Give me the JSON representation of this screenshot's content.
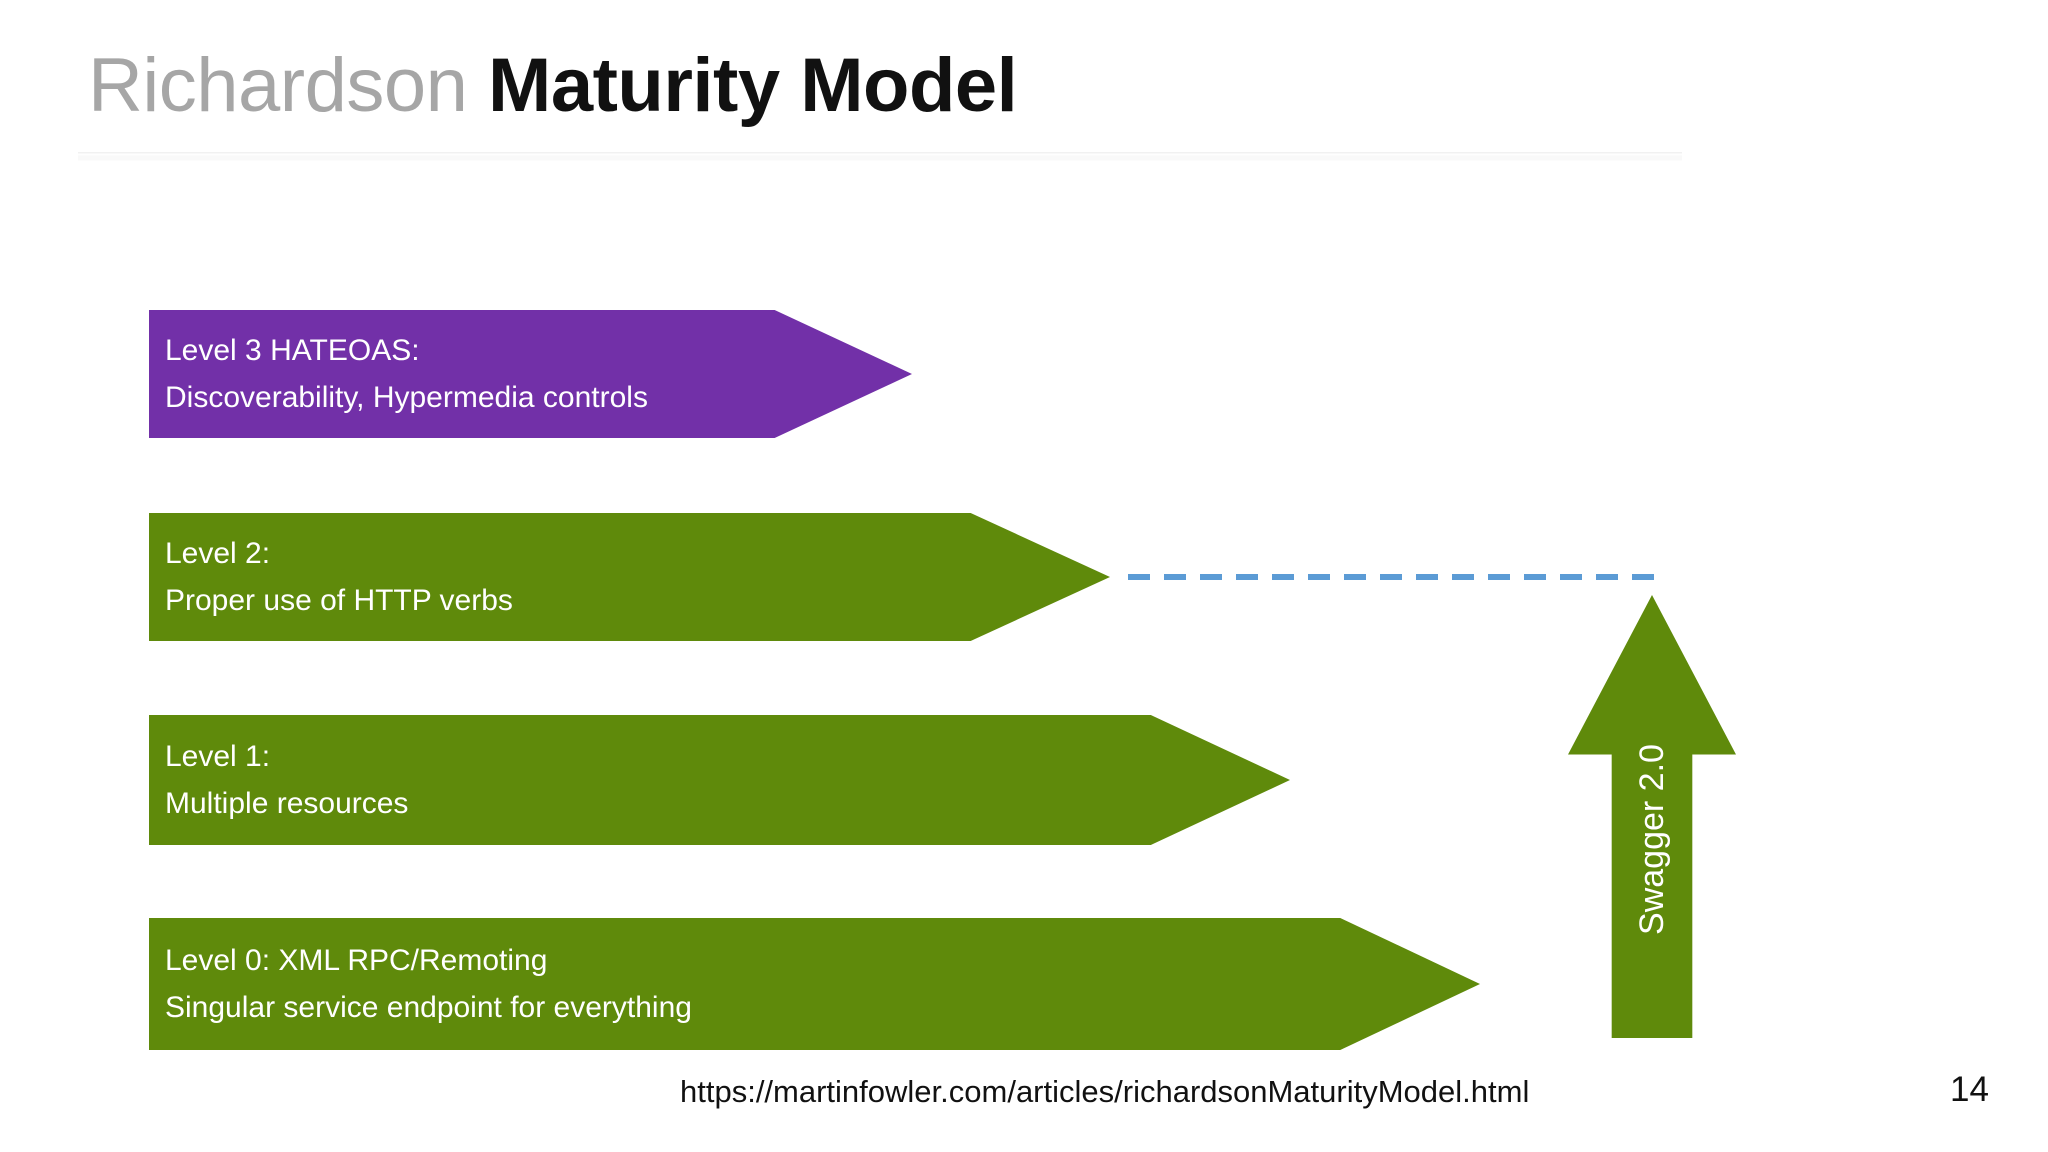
{
  "slide": {
    "title_light": "Richardson ",
    "title_bold": "Maturity Model",
    "page_number": "14",
    "source_url": "https://martinfowler.com/articles/richardsonMaturityModel.html"
  },
  "colors": {
    "level3_purple": "#7230a8",
    "level_green": "#5f8a0b",
    "dashed_blue": "#5b9bd5",
    "title_light": "#a6a6a6",
    "title_bold": "#111111",
    "label_text": "#ffffff"
  },
  "levels": [
    {
      "id": "level-3",
      "line1": "Level 3 HATEOAS:",
      "line2": "Discoverability, Hypermedia controls",
      "color": "#7230a8"
    },
    {
      "id": "level-2",
      "line1": "Level 2:",
      "line2": "Proper use of HTTP verbs",
      "color": "#5f8a0b"
    },
    {
      "id": "level-1",
      "line1": "Level 1:",
      "line2": "Multiple resources",
      "color": "#5f8a0b"
    },
    {
      "id": "level-0",
      "line1": "Level 0: XML RPC/Remoting",
      "line2": "Singular service endpoint for everything",
      "color": "#5f8a0b"
    }
  ],
  "swagger": {
    "label": "Swagger 2.0",
    "color": "#5f8a0b",
    "connector_style": "dashed",
    "connector_color": "#5b9bd5"
  },
  "chart_data": {
    "type": "bar",
    "title": "Richardson Maturity Model",
    "orientation": "horizontal-chevrons",
    "categories": [
      "Level 0",
      "Level 1",
      "Level 2",
      "Level 3"
    ],
    "values": [
      1331,
      1141,
      961,
      763
    ],
    "value_unit": "chevron width in px (relative maturity/scope)",
    "descriptions": [
      "Level 0: XML RPC/Remoting — Singular service endpoint for everything",
      "Level 1: Multiple resources",
      "Level 2: Proper use of HTTP verbs",
      "Level 3 HATEOAS: Discoverability, Hypermedia controls"
    ],
    "series_colors": [
      "#5f8a0b",
      "#5f8a0b",
      "#5f8a0b",
      "#7230a8"
    ],
    "annotations": [
      {
        "text": "Swagger 2.0",
        "points_to": "Level 2",
        "style": "vertical-arrow-with-dashed-connector"
      }
    ],
    "xlabel": "",
    "ylabel": "",
    "grid": false,
    "legend": "none"
  }
}
